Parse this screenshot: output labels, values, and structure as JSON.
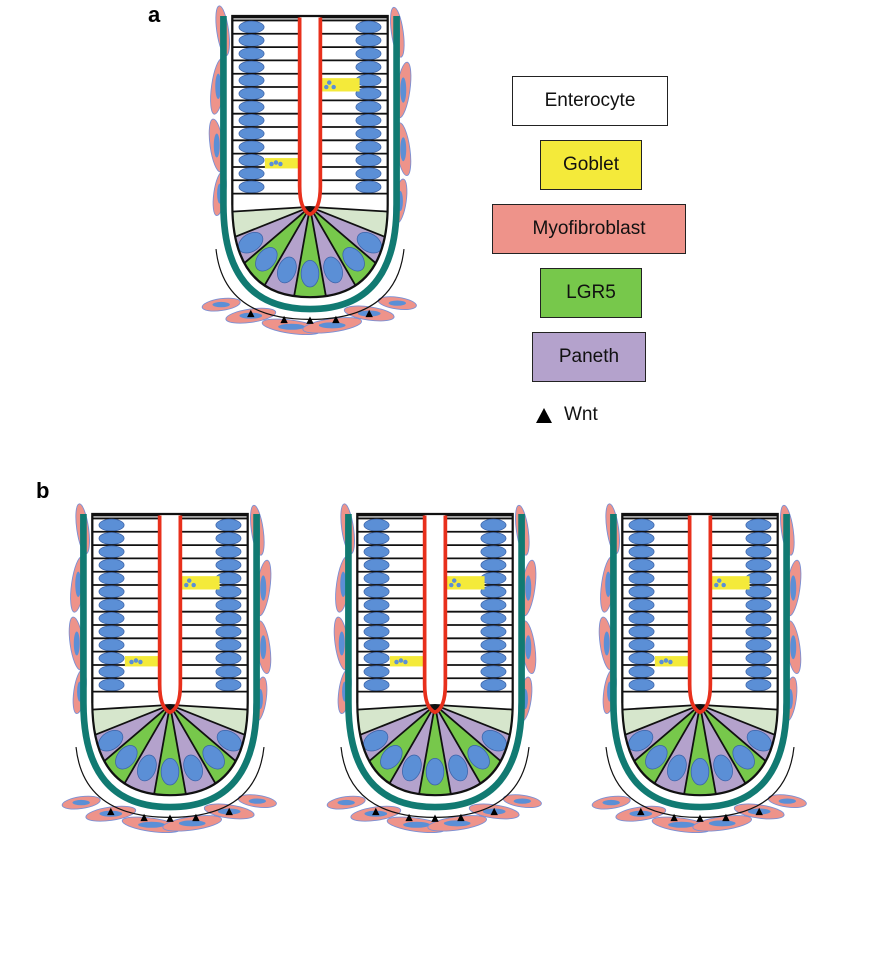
{
  "panels": {
    "a": "a",
    "b": "b"
  },
  "legend": [
    {
      "label": "Enterocyte",
      "color": "#ffffff"
    },
    {
      "label": "Goblet",
      "color": "#f4ea3a"
    },
    {
      "label": "Myofibroblast",
      "color": "#ee938a"
    },
    {
      "label": "LGR5",
      "color": "#77c84b"
    },
    {
      "label": "Paneth",
      "color": "#b4a2cc"
    }
  ],
  "wnt": {
    "label": "Wnt"
  },
  "colors": {
    "lumen": "#e8301c",
    "basement": "#117a72",
    "nucleus": "#5b8fd6",
    "myofibroblast": "#ee938a",
    "goblet": "#f4ea3a",
    "lgr5": "#77c84b",
    "paneth": "#b4a2cc",
    "transit": "#d6e6cc"
  }
}
